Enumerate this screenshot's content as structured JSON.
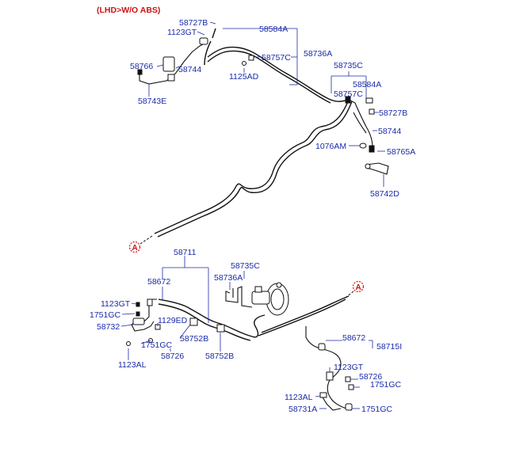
{
  "header": {
    "variant": "(LHD>W/O ABS)"
  },
  "reference_marker": "A",
  "parts": {
    "p58727B_top": "58727B",
    "p1123GT_top": "1123GT",
    "p58584A_top": "58584A",
    "p58736A_top": "58736A",
    "p58757C_top": "58757C",
    "p58766": "58766",
    "p58744_top": "58744",
    "p1125AD": "1125AD",
    "p58743E": "58743E",
    "p58735C_top": "58735C",
    "p58584A_right": "58584A",
    "p58757C_right": "58757C",
    "p58727B_right": "58727B",
    "p58744_right": "58744",
    "p1076AM": "1076AM",
    "p58765A": "58765A",
    "p58742D": "58742D",
    "p58711": "58711",
    "p58735C_mid": "58735C",
    "p58672_left": "58672",
    "p58736A_mid": "58736A",
    "p1123GT_left": "1123GT",
    "p1751GC_left": "1751GC",
    "p1129ED": "1129ED",
    "p58732": "58732",
    "p58752B_a": "58752B",
    "p1751GC_low": "1751GC",
    "p1123AL_left": "1123AL",
    "p58726_left": "58726",
    "p58752B_b": "58752B",
    "p58672_right": "58672",
    "p58715I": "58715I",
    "p1123GT_right": "1123GT",
    "p58726_right": "58726",
    "p1751GC_r1": "1751GC",
    "p1123AL_right": "1123AL",
    "p58731A": "58731A",
    "p1751GC_r2": "1751GC"
  }
}
